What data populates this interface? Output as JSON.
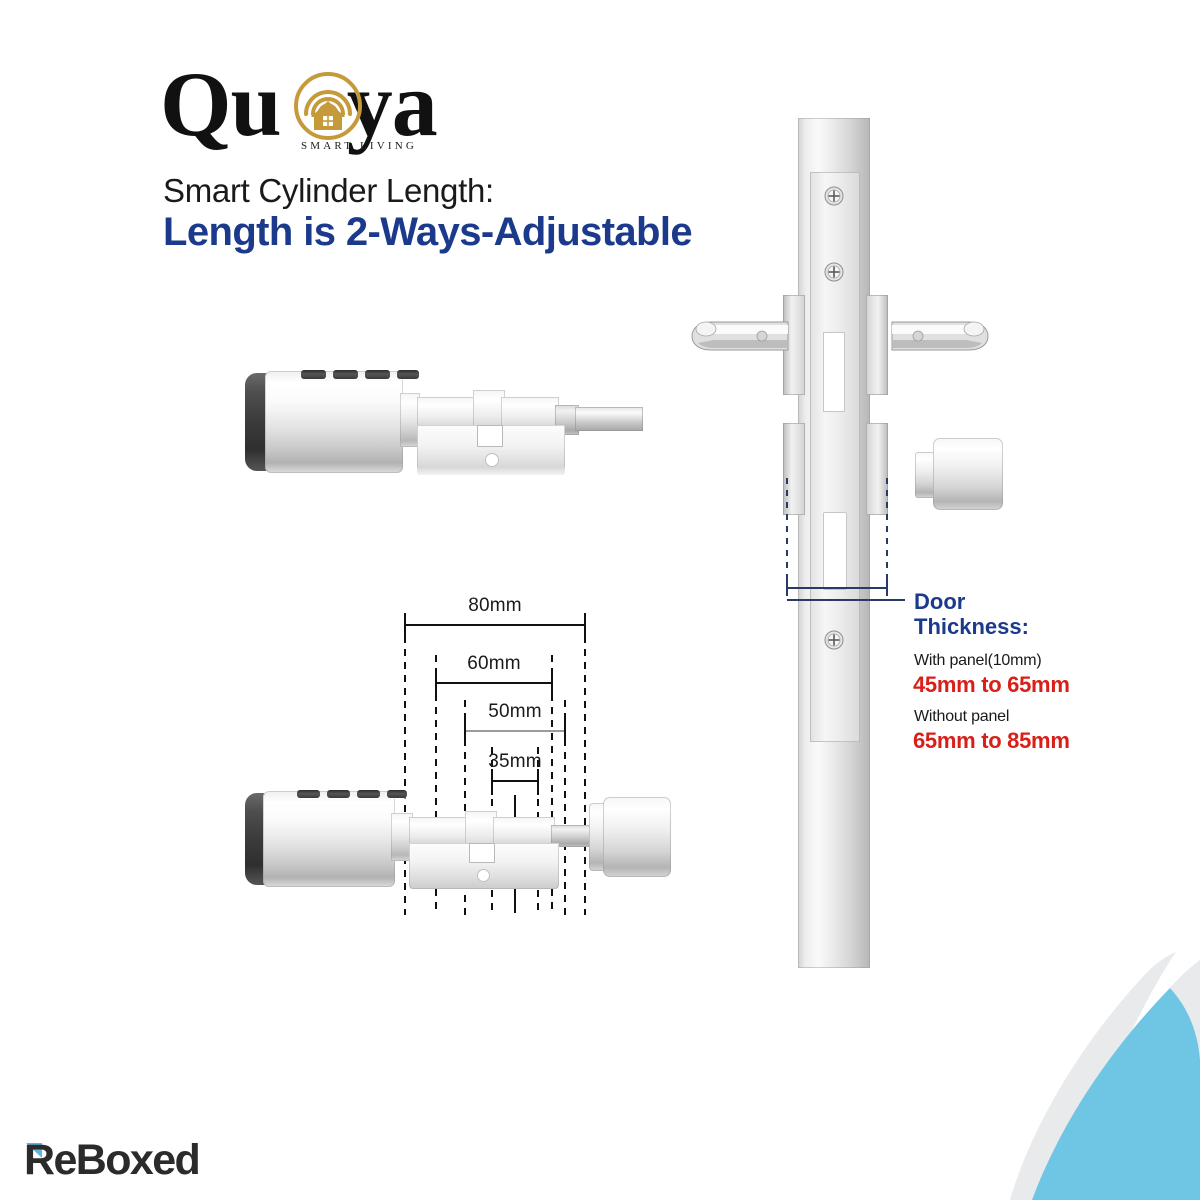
{
  "brand": {
    "wordmark_left": "Qu",
    "wordmark_right": "ya",
    "emblem_icon": "smart-home-signal-icon",
    "tagline": "SMART LIVING",
    "gold": "#c49a3a"
  },
  "headings": {
    "subhead": "Smart Cylinder Length:",
    "headline": "Length is 2-Ways-Adjustable",
    "headline_color": "#1b3a8c"
  },
  "product": {
    "top_cylinder_name": "smart-lock-cylinder-top-view",
    "bottom_cylinder_name": "smart-lock-cylinder-with-thumbturn",
    "detached_knob_name": "detached-thumbturn-knob"
  },
  "dimensions": {
    "labels": [
      {
        "text": "80mm",
        "value": 80,
        "unit": "mm"
      },
      {
        "text": "60mm",
        "value": 60,
        "unit": "mm"
      },
      {
        "text": "50mm",
        "value": 50,
        "unit": "mm"
      },
      {
        "text": "35mm",
        "value": 35,
        "unit": "mm"
      }
    ]
  },
  "door": {
    "assembly_name": "door-edge-with-handles-assembly",
    "thickness_title_line1": "Door",
    "thickness_title_line2": "Thickness:",
    "with_panel_label": "With panel(10mm)",
    "with_panel_range": "45mm to 65mm",
    "without_panel_label": "Without panel",
    "without_panel_range": "65mm to 85mm",
    "range_color": "#d81f18",
    "title_color": "#1b3a8c"
  },
  "footer": {
    "logo_text": "ReBoxed",
    "accent_color": "#5bb7dd"
  },
  "decor": {
    "swoosh_color": "#6ec6e4",
    "swoosh_shadow": "#e8eaec"
  }
}
